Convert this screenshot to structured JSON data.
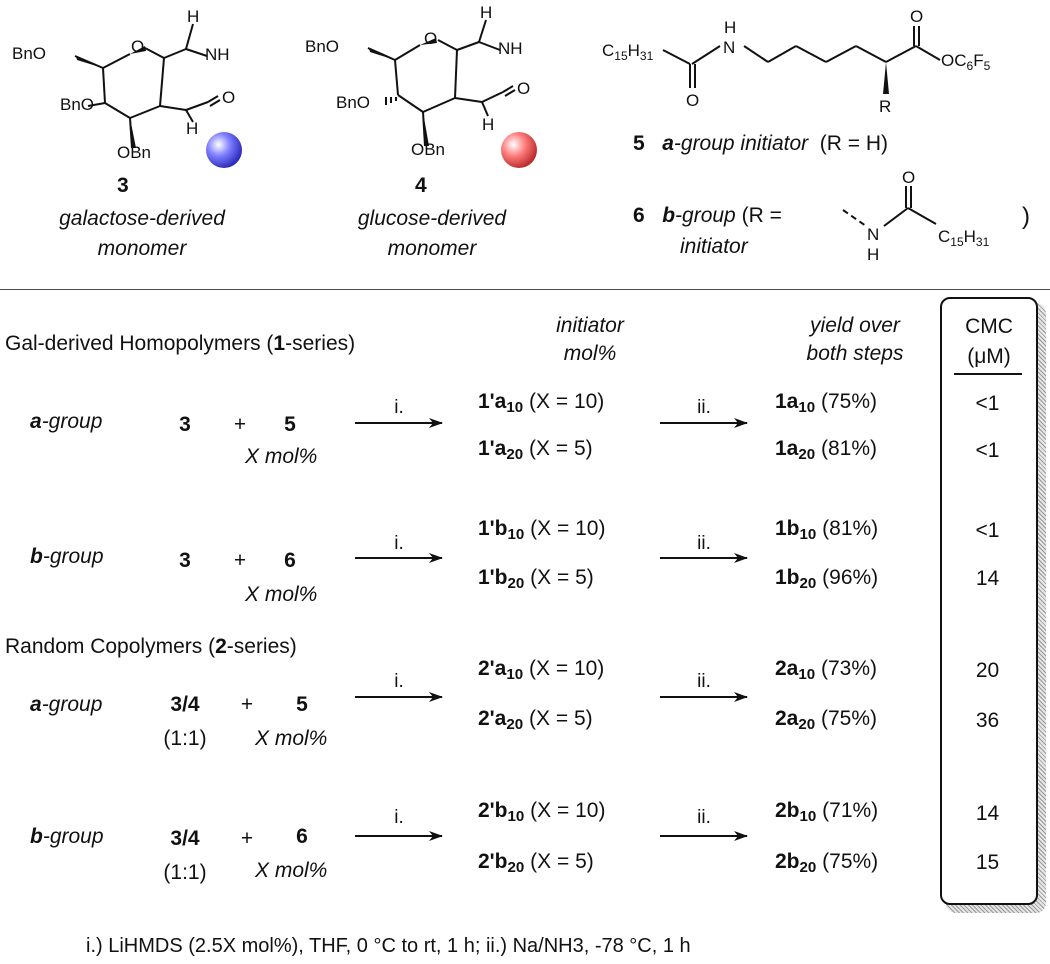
{
  "structures": {
    "s3": {
      "number": "3",
      "caption_line1": "galactose-derived",
      "caption_line2": "monomer",
      "labels": {
        "bno_top": "BnO",
        "bno_mid": "BnO",
        "obn": "OBn",
        "o_ring": "O",
        "h_top": "H",
        "nh": "NH",
        "o_carbonyl": "O",
        "h_low": "H"
      }
    },
    "s4": {
      "number": "4",
      "caption_line1": "glucose-derived",
      "caption_line2": "monomer",
      "labels": {
        "bno_top": "BnO",
        "bno_mid": "BnO",
        "obn": "OBn",
        "o_ring": "O",
        "h_top": "H",
        "nh": "NH",
        "o_carbonyl": "O",
        "h_low": "H"
      }
    },
    "s5": {
      "labels": {
        "chain": "C15H31",
        "nh_h": "H",
        "n": "N",
        "o_amide": "O",
        "o_ester": "O",
        "ester": "OC6F5",
        "r": "R"
      },
      "number": "5",
      "desc_letter": "a",
      "desc_rest": "-group initiator",
      "desc_paren": "(R = H)"
    },
    "s6": {
      "number": "6",
      "desc_letter": "b",
      "desc_rest": "-group",
      "desc_r": "(R =",
      "desc_line2": "initiator",
      "desc_close": ")",
      "labels": {
        "o": "O",
        "n": "N",
        "h": "H",
        "chain": "C15H31"
      }
    }
  },
  "colors": {
    "galactose_ball": "#3b3bd6",
    "glucose_ball": "#d63b3b"
  },
  "headers": {
    "gal_title_pre": "Gal-derived Homopolymers (",
    "gal_title_bold": "1",
    "gal_title_post": "-series)",
    "random_title_pre": "Random Copolymers (",
    "random_title_bold": "2",
    "random_title_post": "-series)",
    "initiator_line1": "initiator",
    "initiator_line2": "mol%",
    "yield_line1": "yield over",
    "yield_line2": "both steps",
    "cmc_line1": "CMC",
    "cmc_line2": "(μM)"
  },
  "rows": [
    {
      "group_letter": "a",
      "group_rest": "-group",
      "monomer": "3",
      "ratio": "",
      "initiator": "5",
      "xmol": "X mol%",
      "step1": "i.",
      "inter_top_pre": "1'a",
      "inter_top_sub": "10",
      "inter_top_post": " (X = 10)",
      "inter_bot_pre": "1'a",
      "inter_bot_sub": "20",
      "inter_bot_post": " (X = 5)",
      "step2": "ii.",
      "prod_top_pre": "1a",
      "prod_top_sub": "10",
      "prod_top_post": " (75%)",
      "prod_bot_pre": "1a",
      "prod_bot_sub": "20",
      "prod_bot_post": " (81%)",
      "cmc_top": "<1",
      "cmc_bot": "<1"
    },
    {
      "group_letter": "b",
      "group_rest": "-group",
      "monomer": "3",
      "ratio": "",
      "initiator": "6",
      "xmol": "X mol%",
      "step1": "i.",
      "inter_top_pre": "1'b",
      "inter_top_sub": "10",
      "inter_top_post": " (X = 10)",
      "inter_bot_pre": "1'b",
      "inter_bot_sub": "20",
      "inter_bot_post": " (X = 5)",
      "step2": "ii.",
      "prod_top_pre": "1b",
      "prod_top_sub": "10",
      "prod_top_post": " (81%)",
      "prod_bot_pre": "1b",
      "prod_bot_sub": "20",
      "prod_bot_post": " (96%)",
      "cmc_top": "<1",
      "cmc_bot": "14"
    },
    {
      "group_letter": "a",
      "group_rest": "-group",
      "monomer": "3/4",
      "ratio": "(1:1)",
      "initiator": "5",
      "xmol": "X mol%",
      "step1": "i.",
      "inter_top_pre": "2'a",
      "inter_top_sub": "10",
      "inter_top_post": " (X = 10)",
      "inter_bot_pre": "2'a",
      "inter_bot_sub": "20",
      "inter_bot_post": " (X = 5)",
      "step2": "ii.",
      "prod_top_pre": "2a",
      "prod_top_sub": "10",
      "prod_top_post": " (73%)",
      "prod_bot_pre": "2a",
      "prod_bot_sub": "20",
      "prod_bot_post": " (75%)",
      "cmc_top": "20",
      "cmc_bot": "36"
    },
    {
      "group_letter": "b",
      "group_rest": "-group",
      "monomer": "3/4",
      "ratio": "(1:1)",
      "initiator": "6",
      "xmol": "X mol%",
      "step1": "i.",
      "inter_top_pre": "2'b",
      "inter_top_sub": "10",
      "inter_top_post": " (X = 10)",
      "inter_bot_pre": "2'b",
      "inter_bot_sub": "20",
      "inter_bot_post": " (X = 5)",
      "step2": "ii.",
      "prod_top_pre": "2b",
      "prod_top_sub": "10",
      "prod_top_post": " (71%)",
      "prod_bot_pre": "2b",
      "prod_bot_sub": "20",
      "prod_bot_post": " (75%)",
      "cmc_top": "14",
      "cmc_bot": "15"
    }
  ],
  "plus": "+",
  "footnote": "i.)  LiHMDS (2.5X mol%), THF, 0 °C to rt, 1 h;  ii.)  Na/NH3, -78 °C, 1 h"
}
